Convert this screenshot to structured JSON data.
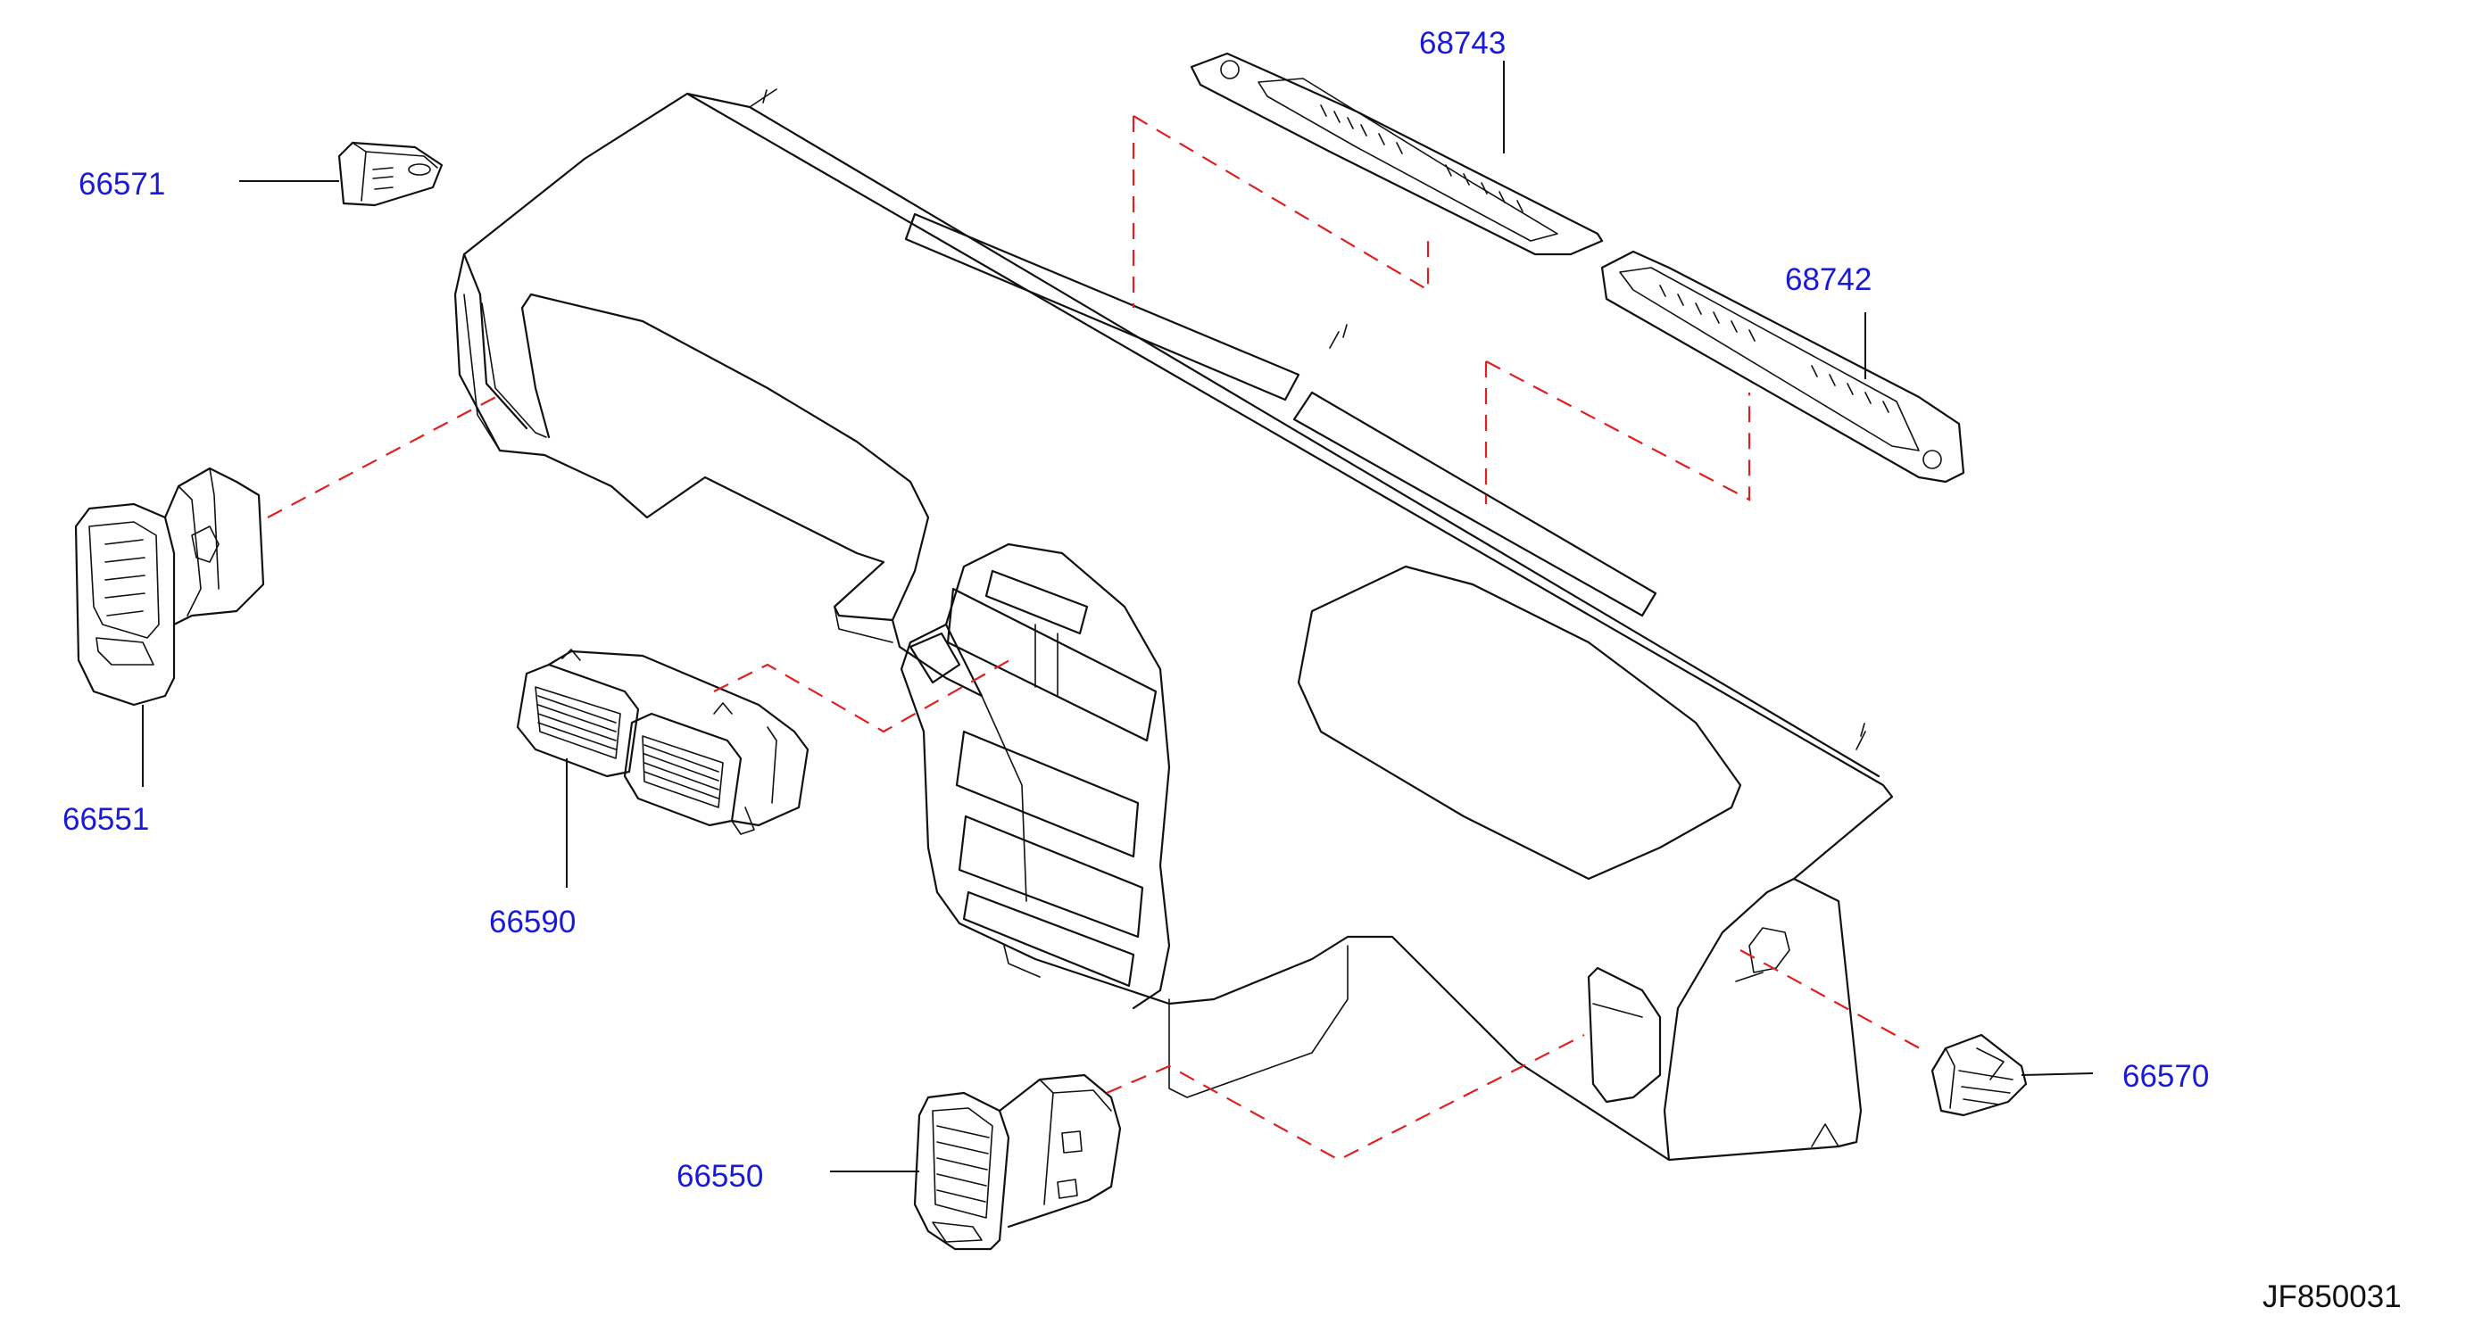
{
  "diagram": {
    "reference_code": "JF850031",
    "colors": {
      "part_label": "#1a1ad6",
      "dashed_leader": "#e02020",
      "line_art": "#111111"
    },
    "parts": [
      {
        "id": "p66571",
        "number": "66571"
      },
      {
        "id": "p66551",
        "number": "66551"
      },
      {
        "id": "p66590",
        "number": "66590"
      },
      {
        "id": "p66550",
        "number": "66550"
      },
      {
        "id": "p66570",
        "number": "66570"
      },
      {
        "id": "p68743",
        "number": "68743"
      },
      {
        "id": "p68742",
        "number": "68742"
      }
    ]
  }
}
